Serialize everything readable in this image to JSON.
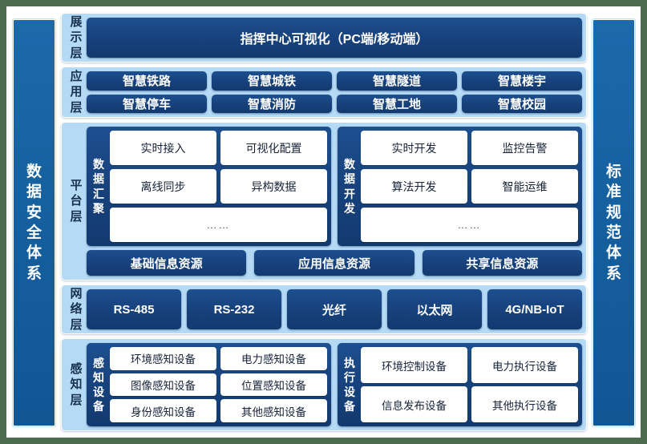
{
  "colors": {
    "page_bg": "#4d6b4e",
    "canvas": "#ffffff",
    "band": "#b4daf6",
    "chip_blue": "#17417b",
    "pillar_blue": "#15609f",
    "chip_text": "#ffffff",
    "white_chip_text": "#16233a"
  },
  "left_pillar": {
    "label": "数据安全体系"
  },
  "right_pillar": {
    "label": "标准规范体系"
  },
  "layers": {
    "display": {
      "label": "展示层",
      "banner": "指挥中心可视化（PC端/移动端）"
    },
    "application": {
      "label": "应用层",
      "row1": [
        "智慧铁路",
        "智慧城铁",
        "智慧隧道",
        "智慧楼宇"
      ],
      "row2": [
        "智慧停车",
        "智慧消防",
        "智慧工地",
        "智慧校园"
      ]
    },
    "platform": {
      "label": "平台层",
      "groups": [
        {
          "label": "数据汇聚",
          "row1": [
            "实时接入",
            "可视化配置"
          ],
          "row2": [
            "离线同步",
            "异构数据"
          ],
          "row3": "……"
        },
        {
          "label": "数据开发",
          "row1": [
            "实时开发",
            "监控告警"
          ],
          "row2": [
            "算法开发",
            "智能运维"
          ],
          "row3": "……"
        }
      ],
      "resources": [
        "基础信息资源",
        "应用信息资源",
        "共享信息资源"
      ]
    },
    "network": {
      "label": "网络层",
      "items": [
        "RS-485",
        "RS-232",
        "光纤",
        "以太网",
        "4G/NB-IoT"
      ]
    },
    "perception": {
      "label": "感知层",
      "groups": [
        {
          "label": "感知设备",
          "row1": [
            "环境感知设备",
            "电力感知设备"
          ],
          "row2": [
            "图像感知设备",
            "位置感知设备"
          ],
          "row3": [
            "身份感知设备",
            "其他感知设备"
          ]
        },
        {
          "label": "执行设备",
          "row1": [
            "环境控制设备",
            "电力执行设备"
          ],
          "row2": [
            "信息发布设备",
            "其他执行设备"
          ]
        }
      ]
    }
  }
}
